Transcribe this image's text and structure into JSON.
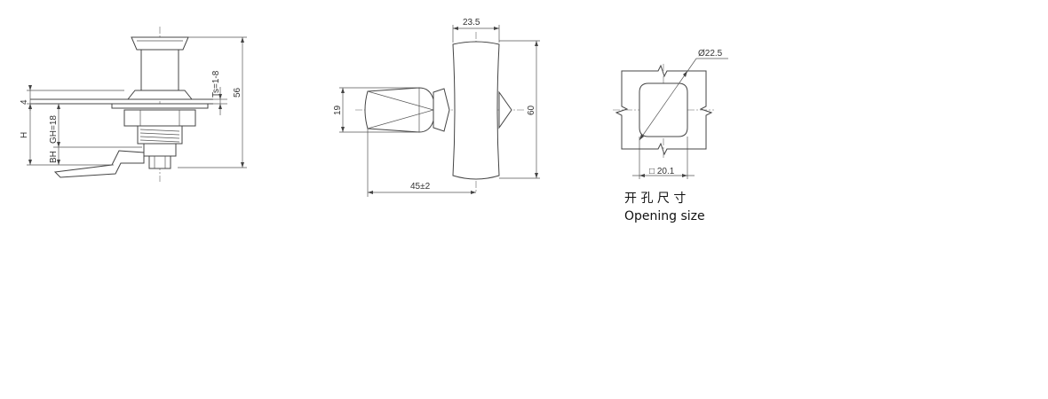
{
  "left_view": {
    "dim_4": "4",
    "dim_H": "H",
    "dim_GH": "GH=18",
    "dim_BH": "BH",
    "dim_Ts": "Ts=1-8",
    "dim_56": "56"
  },
  "middle_view": {
    "dim_width_top": "23.5",
    "dim_19": "19",
    "dim_60": "60",
    "dim_45": "45±2"
  },
  "right_view": {
    "dim_diameter": "Ø22.5",
    "dim_square": "□ 20.1",
    "caption_cn": "开 孔 尺 寸",
    "caption_en": "Opening size"
  }
}
